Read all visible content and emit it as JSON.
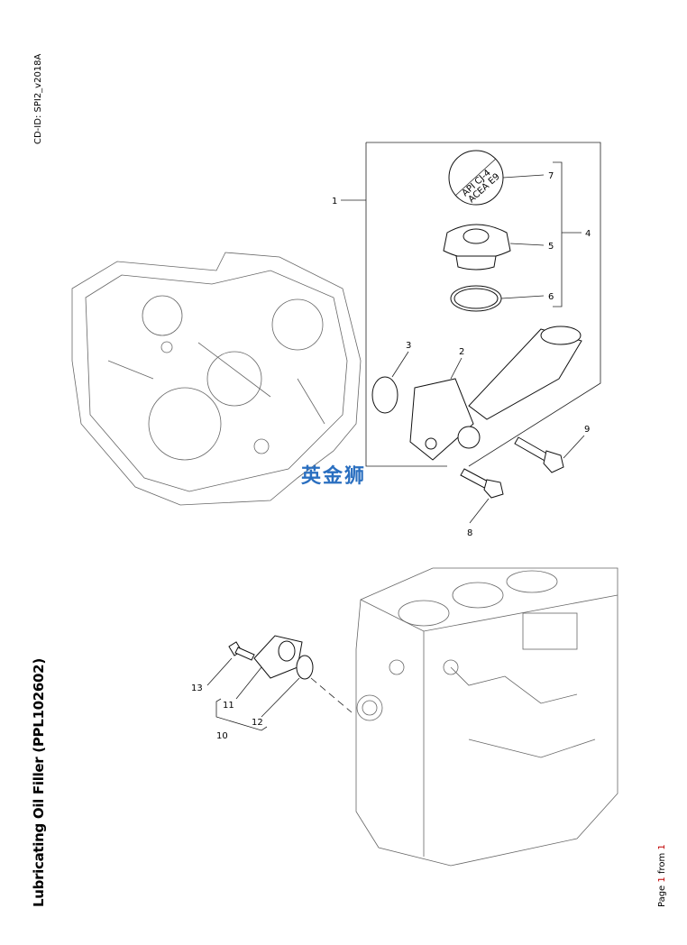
{
  "document": {
    "title": "Lubricating Oil Filler (PPL102602)",
    "cd_id": "CD-ID: SPI2_v2018A",
    "page": {
      "prefix": "Page ",
      "current": "1",
      "middle": " from ",
      "total": "1"
    },
    "watermark": "英金狮"
  },
  "diagram": {
    "cap_label": {
      "line1": "API CJ-4",
      "line2": "ACEA E9"
    },
    "callouts": [
      "1",
      "2",
      "3",
      "4",
      "5",
      "6",
      "7",
      "8",
      "9",
      "10",
      "11",
      "12",
      "13"
    ]
  }
}
